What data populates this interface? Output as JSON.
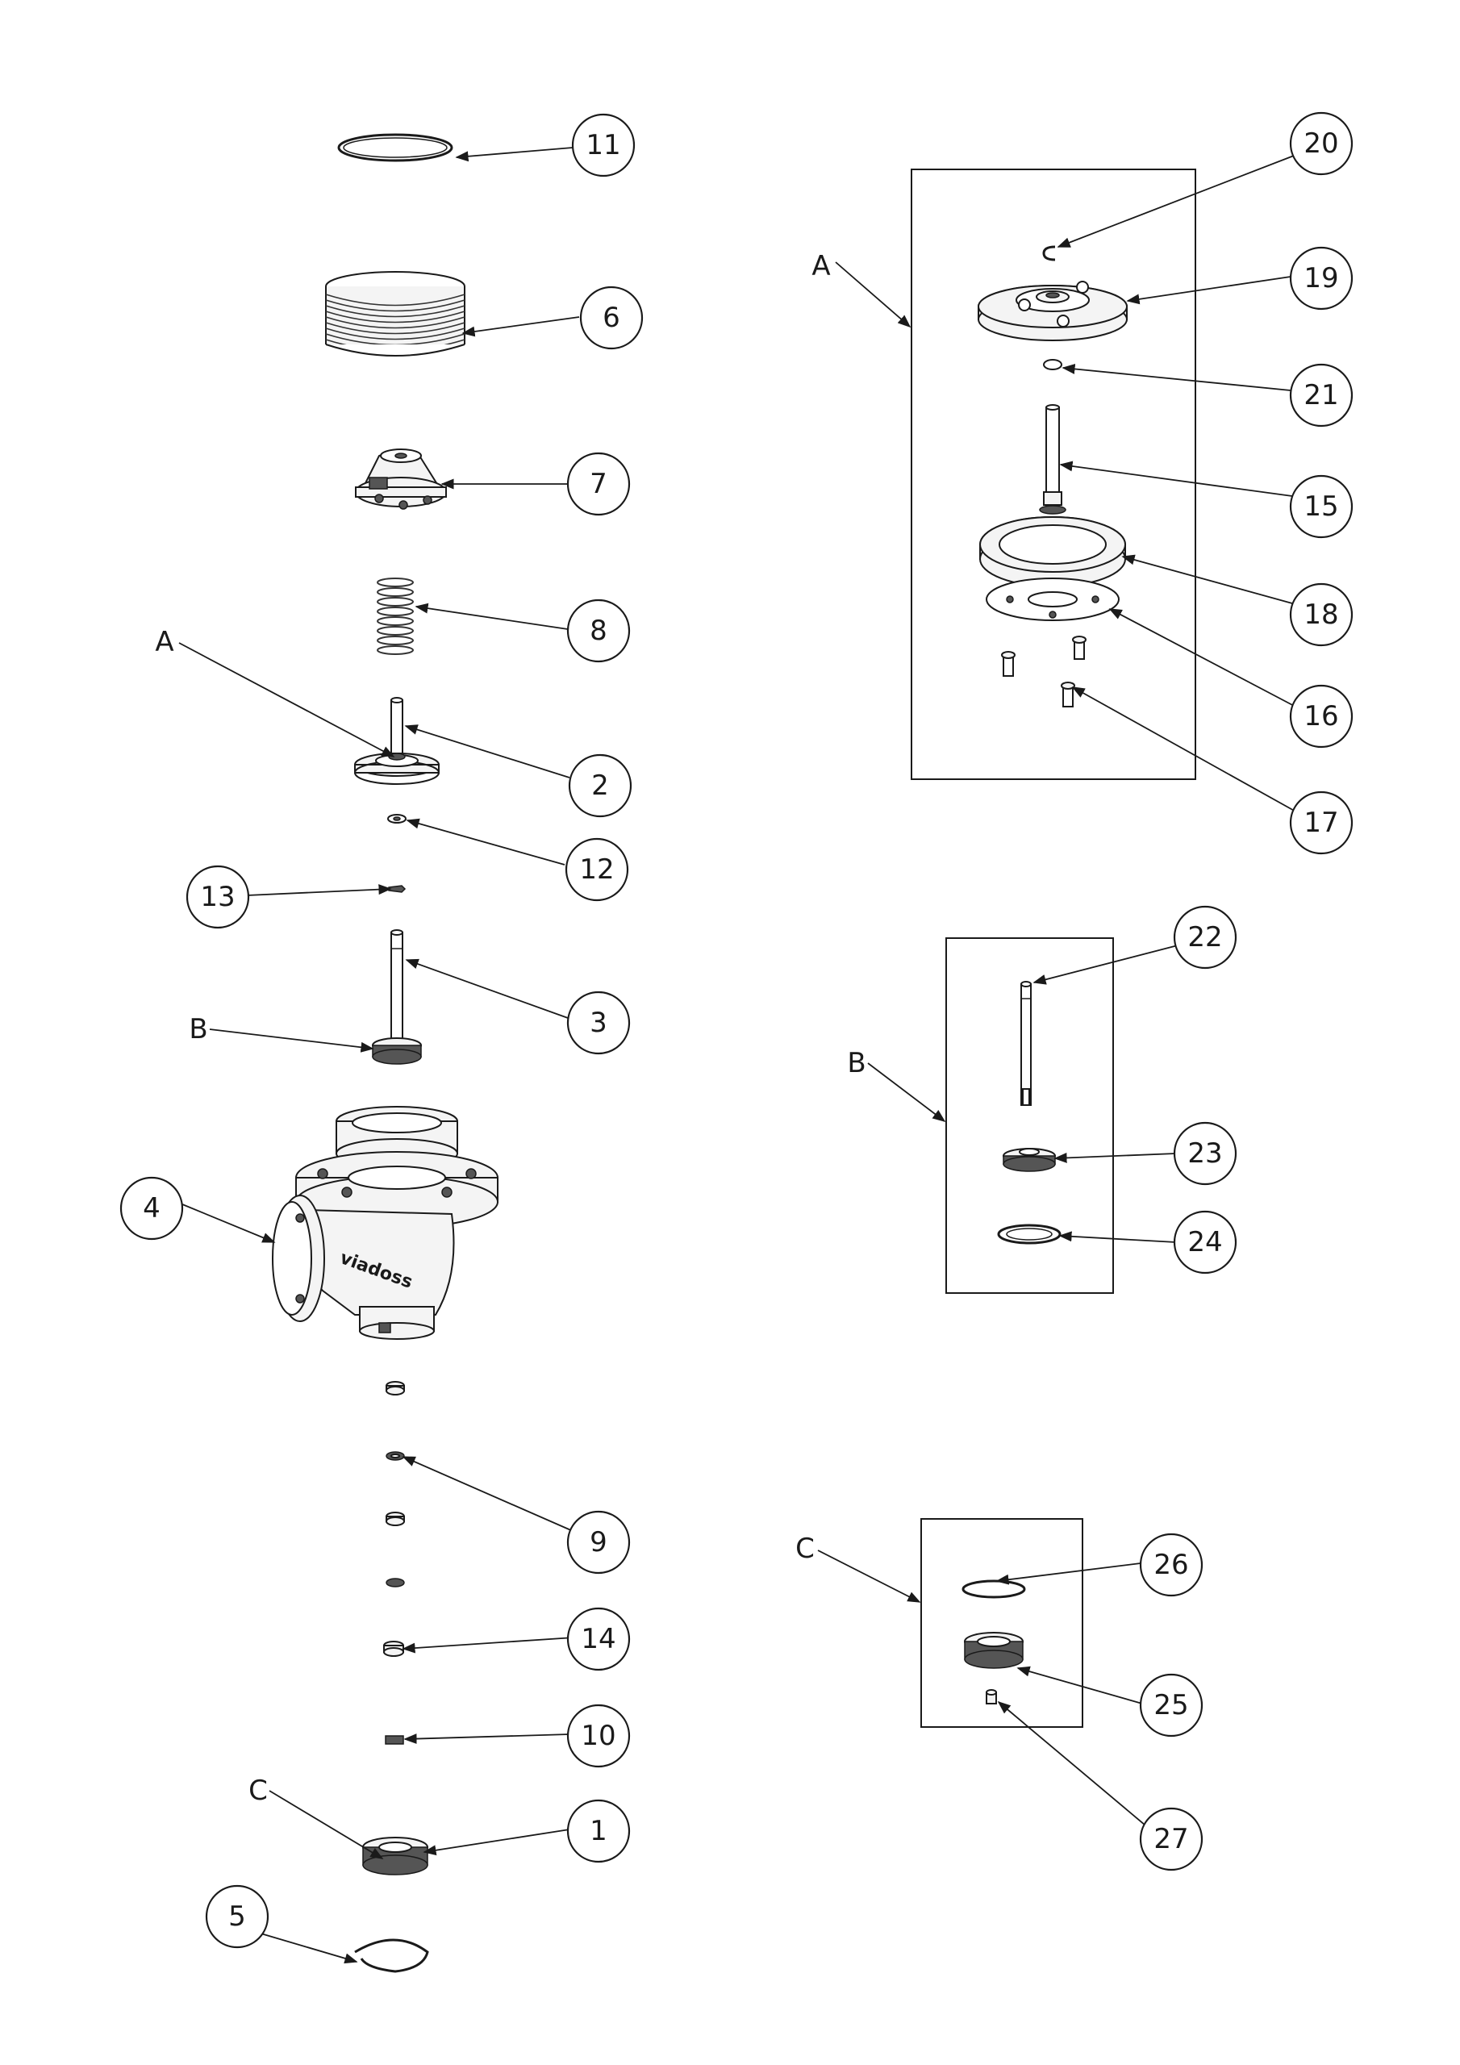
{
  "callouts": {
    "c1": "1",
    "c2": "2",
    "c3": "3",
    "c4": "4",
    "c5": "5",
    "c6": "6",
    "c7": "7",
    "c8": "8",
    "c9": "9",
    "c10": "10",
    "c11": "11",
    "c12": "12",
    "c13": "13",
    "c14": "14",
    "c15": "15",
    "c16": "16",
    "c17": "17",
    "c18": "18",
    "c19": "19",
    "c20": "20",
    "c21": "21",
    "c22": "22",
    "c23": "23",
    "c24": "24",
    "c25": "25",
    "c26": "26",
    "c27": "27"
  },
  "detail_letters": {
    "a": "A",
    "b": "B",
    "c": "C"
  },
  "body_marking": "viadoss"
}
